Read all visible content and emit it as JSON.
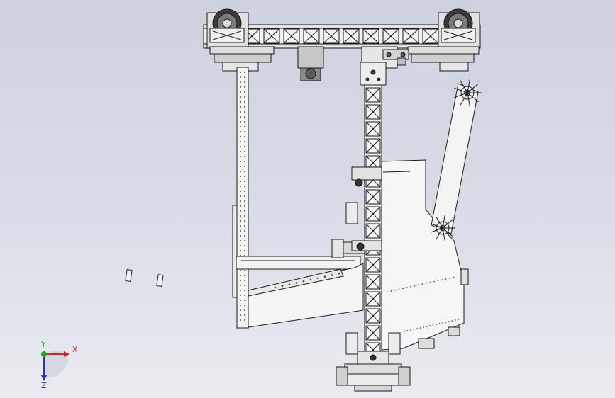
{
  "viewport": {
    "background_top": "#cdd2df",
    "background_bottom": "#e9ebf0",
    "line_color": "#1a1a1a",
    "part_fill": "#f7f7f7",
    "shade_fill": "#d6d6d6"
  },
  "triad": {
    "x_label": "X",
    "y_label": "Y",
    "z_label": "Z",
    "x_color": "#d62020",
    "y_color": "#1fa81f",
    "z_color": "#2233cc"
  }
}
